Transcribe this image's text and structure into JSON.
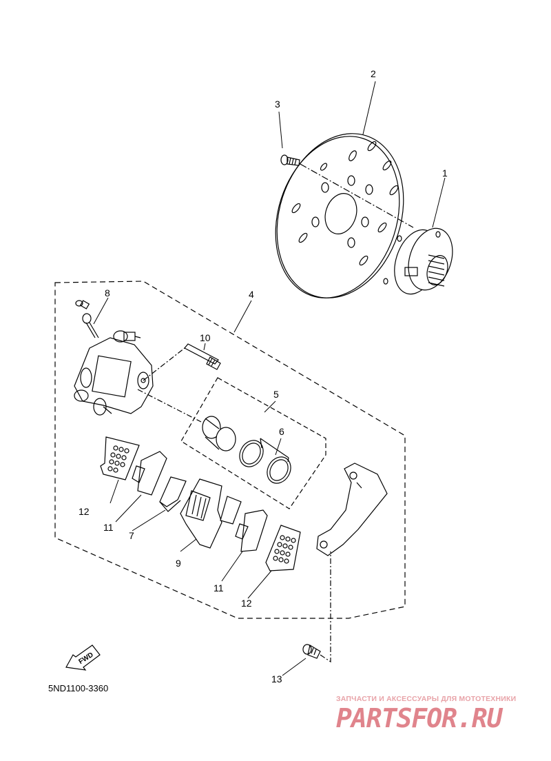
{
  "diagram": {
    "callouts": {
      "c1": "1",
      "c2": "2",
      "c3": "3",
      "c4": "4",
      "c5": "5",
      "c6": "6",
      "c7": "7",
      "c8": "8",
      "c9": "9",
      "c10": "10",
      "c11a": "11",
      "c11b": "11",
      "c12a": "12",
      "c12b": "12",
      "c13": "13"
    },
    "fwd_label": "FWD",
    "part_number": "5ND1100-3360"
  },
  "watermark": {
    "subtitle": "ЗАПЧАСТИ И АКСЕССУАРЫ ДЛЯ МОТОТЕХНИКИ",
    "logo": "PARTSFOR.RU",
    "color": "#e0848c"
  },
  "line_color": "#000000"
}
